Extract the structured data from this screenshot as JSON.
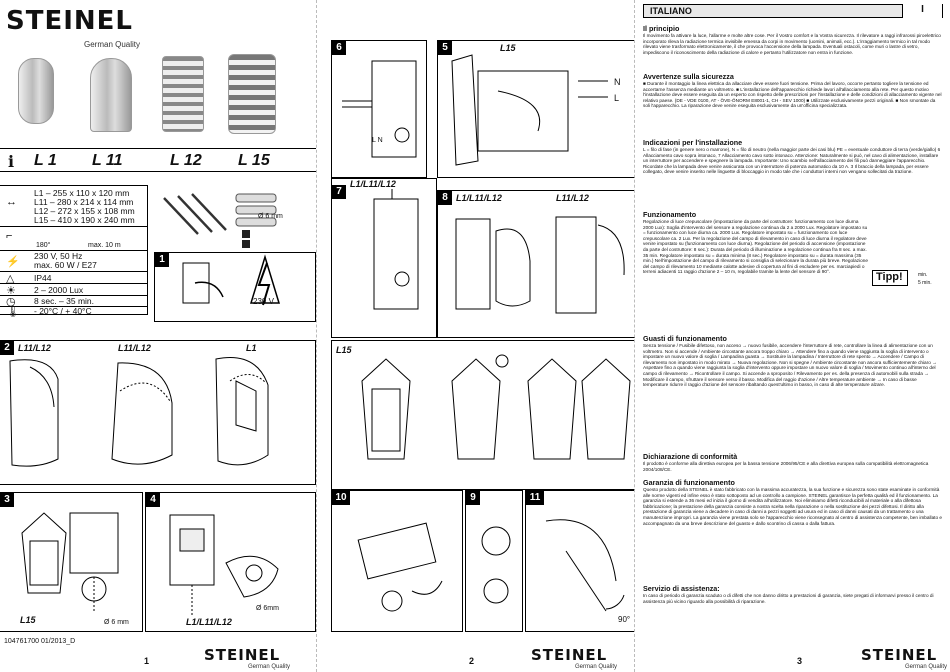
{
  "brand": {
    "name": "STEINEL",
    "tagline": "German Quality"
  },
  "page1": {
    "models": [
      "L 1",
      "L 11",
      "L 12",
      "L 15"
    ],
    "info_glyph": "i",
    "dimensions": [
      "L1 – 255 x 110 x 120 mm",
      "L11 – 280 x 214 x 114 mm",
      "L12 – 272 x 155 x 108 mm",
      "L15 – 410 x 190 x 240 mm"
    ],
    "range_angle": "180°",
    "range_max": "max. 10 m",
    "power": [
      "230 V, 50 Hz",
      "max. 60 W / E27"
    ],
    "ip": "IP44",
    "lux": "2 – 2000 Lux",
    "time": "8 sec. – 35 min.",
    "temp": "- 20°C / + 40°C",
    "screw_size": "Ø 6 mm",
    "voltage": "230 V",
    "step2_models": [
      "L11/L12",
      "L11/L12",
      "L1"
    ],
    "step3_model": "L15",
    "step3_size": "Ø 6 mm",
    "step4_model": "L1/L11/L12",
    "step4_size": "Ø 6mm",
    "steps": [
      "1",
      "2",
      "3",
      "4"
    ],
    "doc_code": "104761700  01/2013_D",
    "page_number": "1"
  },
  "page2": {
    "steps": [
      "6",
      "5",
      "7",
      "8",
      "10",
      "9",
      "11"
    ],
    "step6_terminal": "L N",
    "step5_model": "L15",
    "step5_labels": [
      "N",
      "L"
    ],
    "step7_model": "L1/L11/L12",
    "step8_models": [
      "L1/L11/L12",
      "L11/L12"
    ],
    "row3_model": "L15",
    "angle": "90°",
    "page_number": "2"
  },
  "page3": {
    "language": "ITALIANO",
    "language_code": "I",
    "sections": [
      {
        "h": "Il principio",
        "body": "Il movimento fa attivare la luce, l'allarme e molte altre cose. Per il Vostro comfort e la Vostra sicurezza. Il rilevatore a raggi infrarossi piroelettrico incorporato rileva la radiazione termica invisibile emessa da corpi in movimento (uomini, animali, ecc.). L'irraggiamento termico in tal modo rilevato viene trasformato elettronicamente, il che provoca l'accensione della lampada. Eventuali ostacoli, come muri o lastre di vetro, impediscono il riconoscimento della radiazione di calore e pertanto l'utilizzatore non entra in funzione."
      },
      {
        "h": "Avvertenze sulla sicurezza",
        "body": "■ Durante il montaggio la linea elettrica da allacciare deve essere fuori tensione. Prima del lavoro, occorre pertanto togliere la tensione ed accertarne l'assenza mediante un voltmetro. ■ L'installazione dell'apparecchio richiede lavori all'allacciamento alla rete. Per questo motivo l'installazione deve essere eseguita da un esperto con rispetto delle prescrizioni per l'installazione e delle condizioni di allacciamento vigente nel relativo paese. (DE - VDE 0100, AT - ÖVE-ÖNORM E8001-1, CH - SEV 1000) ■ Utilizzate esclusivamente pezzi originali. ■ Non smontate da soli l'apparecchio. La riparazione deve venire eseguita esclusivamente da un'officina specializzata."
      },
      {
        "h": "Indicazioni per l'installazione",
        "body": "L = filo di fase (in genere nero o marrone), N = filo di neutro (nella maggior parte dei casi blu) PE = eventuale conduttore di terra (verde/giallo) 6 Allacciamento cavo sopra intonaco, 7 Allacciamento cavo sotto intonaco. Attenzione: Naturalmente si può, nel cavo di alimentazione, installare un interruttore per accendere e spegnere la lampada. Importante: Uno scambio nell'allacciamento dei fili può danneggiare l'apparecchio. Ricordate che la lampada deve venire assicurata con un interruttore di potenza automatico da 10 A. 3 Il braccio della lampada, per essere collegato, deve venire inserito nelle linguette di bloccaggio in modo tale che i conduttori interni non vengano sollecitati da trazione."
      },
      {
        "h": "Funzionamento",
        "body": "Regolazione di luce crepuscolare (impostazione da parte del costruttore: funzionamento con luce diurna 2000 Lux): Soglia d'intervento del sensore a regolazione continua da 2 a 2000 Lux. Regolatore impostato su = funzionamento con luce diurna ca. 2000 Lux. Regolatore impostato su = funzionamento con luce crepuscolare ca. 2 Lux. Per la regolazione del campo di rilevamento in caso di luce diurna il regolatore deve venire impostato su (funzionamento con luce diurna). Regolazione del periodo di accensione (impostazione da parte del costruttore: 8 sec.): Durata del periodo di illuminazione a regolazione continua fra 8 sec. a max. 35 min. Regolatore impostato su = durata minima (8 sec.) Regolatore impostato su = durata massima (35 min.) Nell'impostazione del campo di rilevamento si consiglia di selezionare la durata più breve. Regolazione del campo di rilevamento 10 mediante calotte adesive di copertura al fini di escludere per es. marciapiedi o terreni adiacenti 11 raggio d'azione 2 – 10 m, regolabile tramite la lente del sensore di 90°."
      },
      {
        "h": "Guasti di funzionamento",
        "body": "Senza tensione / Fusibile difettoso, non acceso → nuovo fusibile, accendere l'interruttore di rete, controllare la linea di alimentazione con un voltmetro. Non si accende / Ambiente circostante ancora troppo chiaro → Attendere fino a quando viene raggiunta la soglia di intervento o impostare un nuovo valore di soglia / Lampadina guasta → Sostituire la lampadina / Interruttore di rete spento → Accendere / Campo di rilevamento non impostato in modo mirato → Nuova regolazione. Non si spegne / Ambiente circostante non ancora sufficientemente chiaro → Aspettare fino a quando viene raggiunta la soglia d'intervento oppure impostare un nuovo valore di soglia / Movimento continuo all'interno del campo di rilevamento → Ricontrollare il campo. Si accende a sproposito / Rilevamento per es. della presenza di automobili sulla strada → Modificare il campo, sfruttare il sensore verso il basso. Modifica del raggio d'azione / Altre temperature ambiente → In caso di basse temperature ridurre il raggio d'azione del sensore ribaltando quest'ultimo in basso, in caso di alte temperature alzare."
      },
      {
        "h": "Dichiarazione di conformità",
        "body": "Il prodotto è conforme alla direttiva europea per la bassa tensione 2006/95/CE e alla direttiva europea sulla compatibilità elettromagnetica 2004/108/CE."
      },
      {
        "h": "Garanzia di funzionamento",
        "body": "Questo prodotto della STEINEL è stato fabbricato con la massima accuratezza, la sua funzione e sicurezza sono state esaminate in conformità alle norme vigenti ed infine esso è stato sottoposto ad un controllo a campione. STEINEL garantisce la perfetta qualità ed il funzionamento. La garanzia si estende a 36 mesi ed inizia il giorno di vendita all'utilizzatore. Noi eliminiamo difetti riconducibili al materiale o alla difettosa fabbricazione; la prestazione della garanzia consiste a nostra scelta nella riparazione o nella sostituzione dei pezzi difettosi. Il diritto alla prestazione di garanzia viene a decadere in caso di danni a pezzi soggetti ad usura ed in caso di danni causati da un trattamento o una manutenzione impropri. La garanzia viene prestata solo se l'apparecchio viene riconsegnato al centro di assistenza competente, ben imballato e accompagnato da una breve descrizione del guasto e dallo scontrino di cassa o dalla fattura."
      },
      {
        "h": "Servizio di assistenza:",
        "body": "In caso di periodo di garanzia scaduto o di difetti che non danno diritto a prestazioni di garanzia, siete pregati di informarvi presso il centro di assistenza più vicino riguardo alla possibilità di riparazione."
      }
    ],
    "tipp": "Tipp!",
    "tipp_values": [
      "min.",
      "5 min."
    ],
    "page_number": "3"
  }
}
